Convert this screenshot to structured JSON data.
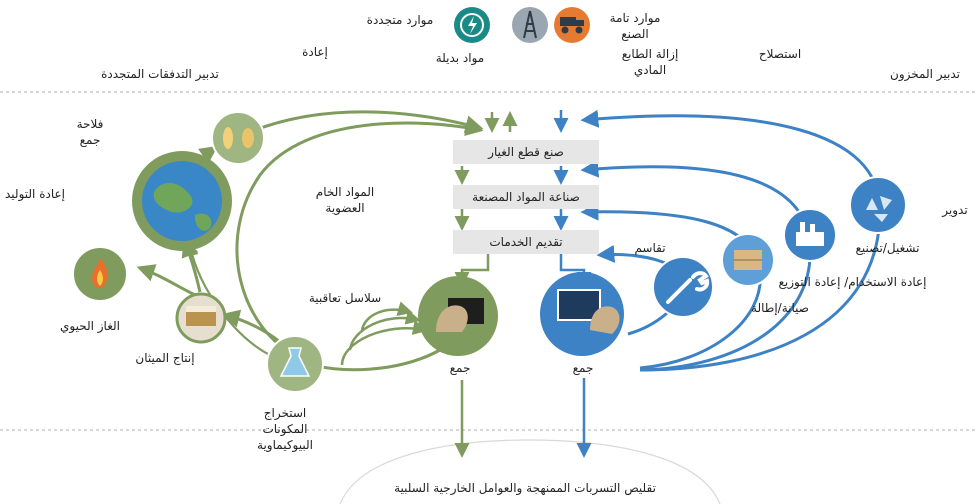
{
  "top_icons": {
    "renewable_label": "موارد متجددة",
    "alternative_materials_label": "مواد بديلة",
    "finite_resources_label": "موارد تامة الصنع",
    "dematerialisation_label": "إزالة الطابع المادي"
  },
  "header": {
    "renewable_flows_management": "تدبير التدفقات المتجددة",
    "regenerate": "إعادة",
    "reclamation": "استصلاح",
    "stock_management": "تدبير المخزون"
  },
  "value_chain": {
    "parts_manufacturer": "صنع قطع الغيار",
    "product_manufacturer": "صناعة المواد المصنعة",
    "service_provider": "تقديم الخدمات"
  },
  "biological_cycle": {
    "farming_collection": "فلاحة\nجمع",
    "regeneration": "إعادة التوليد",
    "biogas": "الغاز الحيوي",
    "anaerobic_digestion": "إنتاج الميثان",
    "biochemical_extraction": "استخراج\nالمكونات\nالبيوكيماوية",
    "biochemical_feedstock": "المواد الخام\nالعضوية",
    "cascades": "سلاسل تعاقبية",
    "consumer_collection": "جمع"
  },
  "technical_cycle": {
    "share": "تقاسم",
    "maintain_prolong": "صيانة/إطالة",
    "reuse_redistribute": "إعادة الاستخدام/ إعادة التوزيع",
    "refurbish_remanufacture": "تشغيل/تصنيع",
    "recycle": "تدوير",
    "user_collection": "جمع"
  },
  "footer": {
    "minimise_leakage": "تقليص التسربات الممنهجة والعوامل الخارجية السلبية"
  },
  "colors": {
    "bio_green": "#7f9b5e",
    "bio_light": "#9fb582",
    "tech_blue": "#3d82c4",
    "tech_light": "#5d9fd6",
    "earth_blue": "#3a87c8",
    "box_gray": "#e6e6e6"
  }
}
